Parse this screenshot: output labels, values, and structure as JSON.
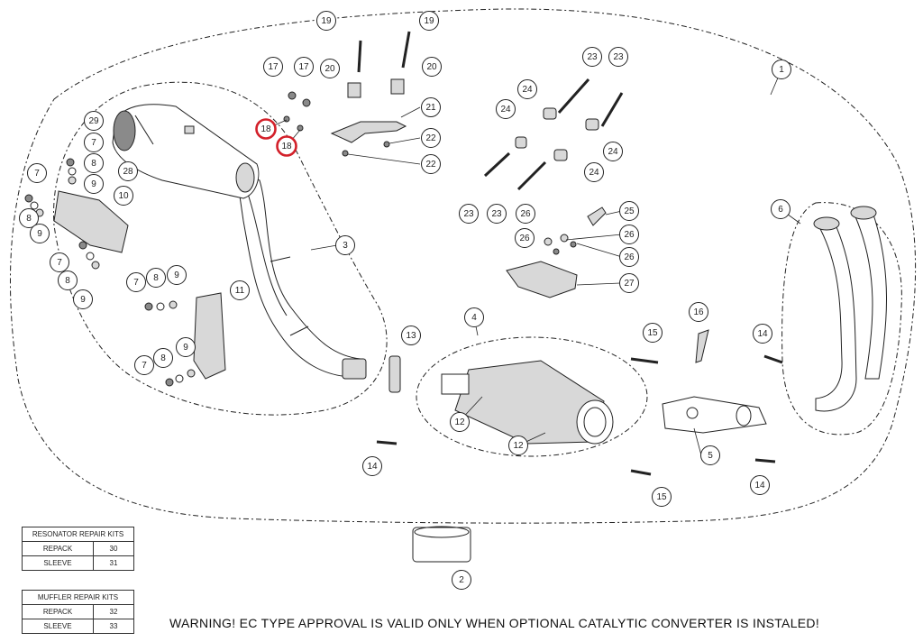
{
  "warning": "WARNING! EC TYPE APPROVAL IS VALID ONLY WHEN OPTIONAL CATALYTIC CONVERTER IS INSTALED!",
  "resonator_kits": {
    "title": "RESONATOR REPAIR KITS",
    "rows": [
      {
        "name": "REPACK",
        "value": "30"
      },
      {
        "name": "SLEEVE",
        "value": "31"
      }
    ]
  },
  "muffler_kits": {
    "title": "MUFFLER REPAIR KITS",
    "rows": [
      {
        "name": "REPACK",
        "value": "32"
      },
      {
        "name": "SLEEVE",
        "value": "33"
      }
    ]
  },
  "highlight_color": "#d3202a",
  "part_labels": [
    "1",
    "2",
    "3",
    "4",
    "5",
    "6",
    "7",
    "8",
    "9",
    "10",
    "11",
    "12",
    "13",
    "14",
    "15",
    "16",
    "17",
    "18",
    "19",
    "20",
    "21",
    "22",
    "23",
    "24",
    "25",
    "26",
    "27",
    "28",
    "29"
  ],
  "highlighted_part": "18"
}
